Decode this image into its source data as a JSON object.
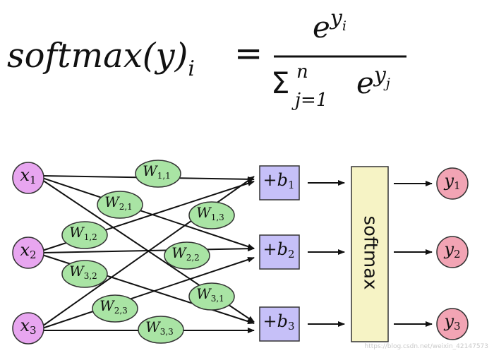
{
  "formula": {
    "lhs": "softmax(y)",
    "lhs_sub": "i",
    "equals": "=",
    "num_base": "e",
    "num_exp": "y",
    "num_exp_sub": "i",
    "den_sigma": "Σ",
    "den_upper": "n",
    "den_lower": "j=1",
    "den_base": "e",
    "den_exp": "y",
    "den_exp_sub": "j"
  },
  "inputs": [
    {
      "base": "x",
      "sub": "1"
    },
    {
      "base": "x",
      "sub": "2"
    },
    {
      "base": "x",
      "sub": "3"
    }
  ],
  "weights": [
    {
      "base": "W",
      "sub": "1,1"
    },
    {
      "base": "W",
      "sub": "2,1"
    },
    {
      "base": "W",
      "sub": "1,3"
    },
    {
      "base": "W",
      "sub": "1,2"
    },
    {
      "base": "W",
      "sub": "2,2"
    },
    {
      "base": "W",
      "sub": "3,2"
    },
    {
      "base": "W",
      "sub": "3,1"
    },
    {
      "base": "W",
      "sub": "2,3"
    },
    {
      "base": "W",
      "sub": "3,3"
    }
  ],
  "biases": [
    {
      "prefix": "+b",
      "sub": "1"
    },
    {
      "prefix": "+b",
      "sub": "2"
    },
    {
      "prefix": "+b",
      "sub": "3"
    }
  ],
  "softmax_label": "softmax",
  "outputs": [
    {
      "base": "y",
      "sub": "1"
    },
    {
      "base": "y",
      "sub": "2"
    },
    {
      "base": "y",
      "sub": "3"
    }
  ],
  "watermark": "https://blog.csdn.net/weixin_42147573",
  "colors": {
    "input_fill": "#e8a6f0",
    "weight_fill": "#a9e4a4",
    "bias_fill": "#c6c0f8",
    "softmax_fill": "#f6f3c5",
    "output_fill": "#f2a4b4",
    "stroke": "#333333"
  }
}
